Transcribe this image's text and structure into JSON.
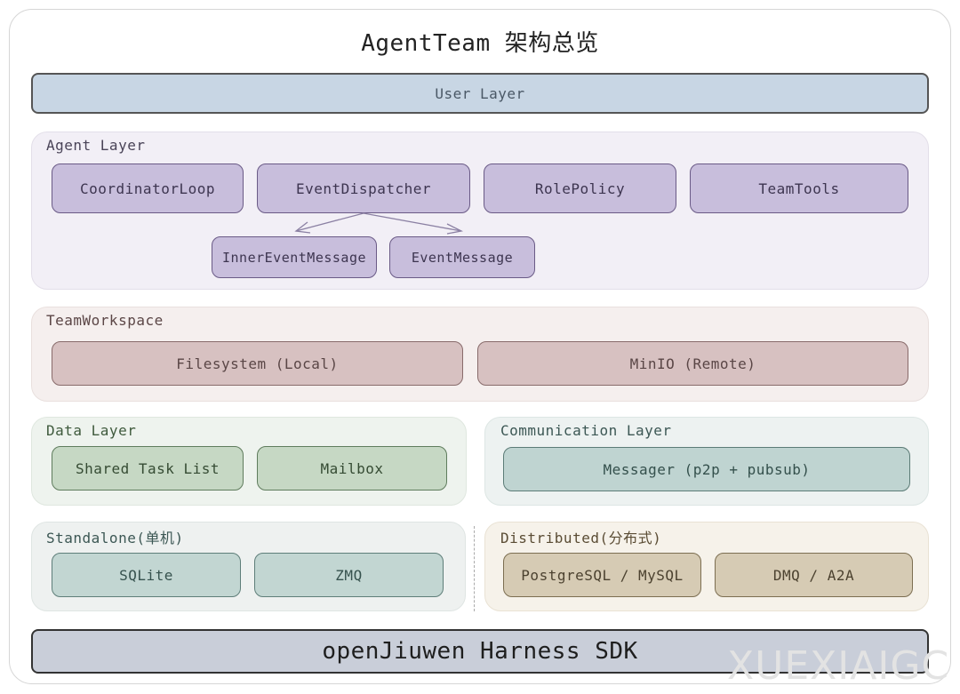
{
  "title": "AgentTeam 架构总览",
  "user_layer": {
    "label": "User Layer"
  },
  "agent_layer": {
    "label": "Agent Layer",
    "components": [
      "CoordinatorLoop",
      "EventDispatcher",
      "RolePolicy",
      "TeamTools"
    ],
    "sub_components": [
      "InnerEventMessage",
      "EventMessage"
    ]
  },
  "team_workspace": {
    "label": "TeamWorkspace",
    "components": [
      "Filesystem (Local)",
      "MinIO (Remote)"
    ]
  },
  "data_layer": {
    "label": "Data Layer",
    "components": [
      "Shared Task List",
      "Mailbox"
    ]
  },
  "communication_layer": {
    "label": "Communication Layer",
    "components": [
      "Messager (p2p + pubsub)"
    ]
  },
  "standalone": {
    "label": "Standalone(单机)",
    "components": [
      "SQLite",
      "ZMQ"
    ]
  },
  "distributed": {
    "label": "Distributed(分布式)",
    "components": [
      "PostgreSQL / MySQL",
      "DMQ / A2A"
    ]
  },
  "sdk": {
    "label": "openJiuwen Harness SDK"
  },
  "watermark": "XUEXIAIGC",
  "colors": {
    "user": "#c8d6e4",
    "agent": "#c8bedc",
    "workspace": "#d7c1c1",
    "data": "#c6d8c4",
    "communication": "#bfd4d1",
    "distributed": "#d6cbb4",
    "sdk": "#c9ced9"
  }
}
